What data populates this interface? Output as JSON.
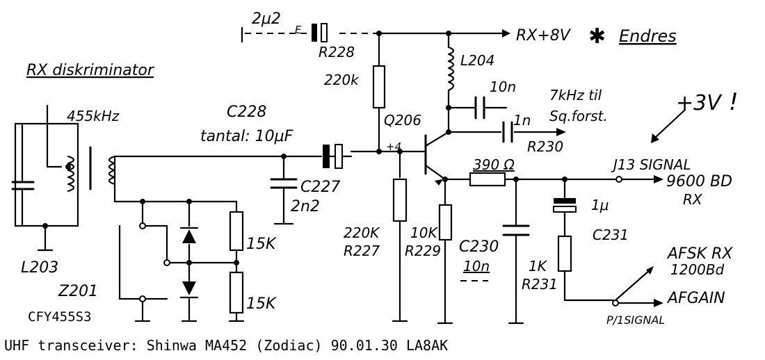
{
  "title": "RX diskriminator",
  "footer": "UHF transceiver: Shinwa MA452 (Zodiac)  90.01.30 LA8AK",
  "labels": {
    "cap_2u2": "2μ2",
    "cap_2u2_e": "E",
    "r228": "R228",
    "r228_val": "220k",
    "supply": "RX+8V",
    "endres_star": "✱",
    "endres": "Endres",
    "l204": "L204",
    "c_10n": "10n",
    "note_7khz_line1": "7kHz til",
    "note_7khz_line2": "Sq.forst.",
    "plus3v": "+3V",
    "excl": "!",
    "freq_455": "455kHz",
    "c228": "C228",
    "c228_val": "tantal: 10μF",
    "q206": "Q206",
    "plus4": "+4",
    "c_1n": "1n",
    "r230": "R230",
    "r230_val": "390 Ω",
    "j13": "J13 SIGNAL",
    "baud_9600": "9600 BD",
    "baud_rx": "RX",
    "c227": "C227",
    "c227_val": "2n2",
    "c231_val": "1μ",
    "c231": "C231",
    "r_15k_top": "15K",
    "r_15k_bot": "15K",
    "r227_val": "220K",
    "r227": "R227",
    "r229_val": "10K",
    "r229": "R229",
    "c230": "C230",
    "c230_val": "10n",
    "r231_val": "1K",
    "r231": "R231",
    "afsk_line1": "AFSK RX",
    "afsk_line2": "1200Bd",
    "afgain": "AFGAIN",
    "p1_signal": "P/1SIGNAL",
    "l203": "L203",
    "z201": "Z201",
    "cfy": "CFY455S3"
  }
}
